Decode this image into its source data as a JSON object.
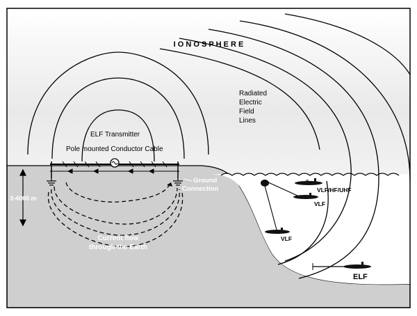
{
  "labels": {
    "ionosphere": "I O N O S P H E R E",
    "radiated_lines": [
      "Radiated",
      "Electric",
      "Field",
      "Lines"
    ],
    "elf_transmitter": "ELF Transmitter",
    "pole_cable": "Pole mounted Conductor Cable",
    "ground_connection": [
      "Ground",
      "Connection"
    ],
    "depth": "3-4000 m",
    "current_flow": [
      "Current flow",
      "through the Earth"
    ],
    "vlf_hf_uhf": "VLF/HF/UHF",
    "vlf_near": "VLF",
    "vlf_deep": "VLF",
    "elf": "ELF"
  },
  "colors": {
    "sky": "#f2f2f2",
    "sky_top": "#ffffff",
    "ground": "#cfcfcf",
    "sea": "#ffffff",
    "line": "#000000",
    "vessel": "#111111"
  },
  "icons": {
    "transmitter": "generator-icon",
    "ground": "ground-symbol-icon",
    "buoy": "buoy-icon",
    "submarine": "submarine-icon"
  }
}
